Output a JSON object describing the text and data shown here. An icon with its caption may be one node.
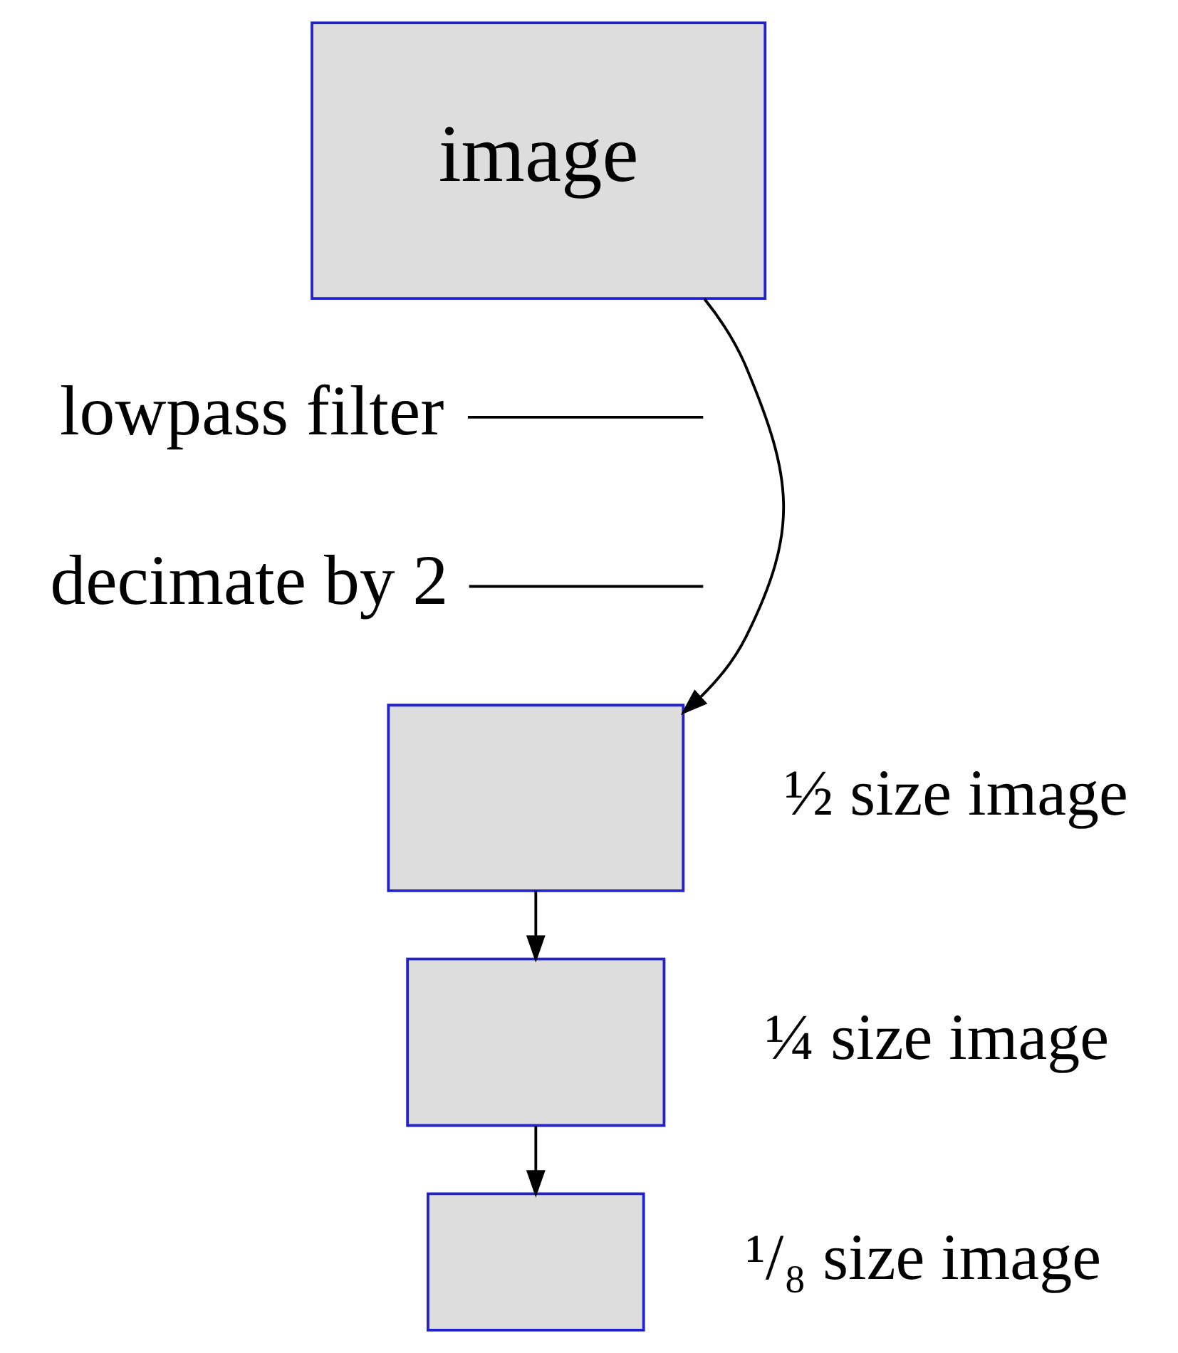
{
  "diagram": {
    "nodes": [
      {
        "text": [
          "image"
        ]
      },
      {
        "text": [
          "lowpass filter"
        ]
      },
      {
        "text": [
          "decimate by 2"
        ]
      },
      {
        "text": [],
        "shape": "box",
        "beside": [
          "½ size image"
        ]
      },
      {
        "text": [],
        "shape": "box",
        "beside": [
          "¼ size image"
        ]
      },
      {
        "text": [],
        "shape": "box",
        "beside": [
          "¹/₈ size image"
        ]
      }
    ],
    "edges": [
      {
        "from": 0,
        "to": 3,
        "arrow": "to"
      },
      {
        "from": 3,
        "to": 4,
        "arrow": "to"
      },
      {
        "from": 4,
        "to": 5,
        "arrow": "to"
      },
      {
        "from": 1,
        "to": null,
        "arrow": "none"
      },
      {
        "from": 2,
        "to": null,
        "arrow": "none"
      }
    ]
  }
}
